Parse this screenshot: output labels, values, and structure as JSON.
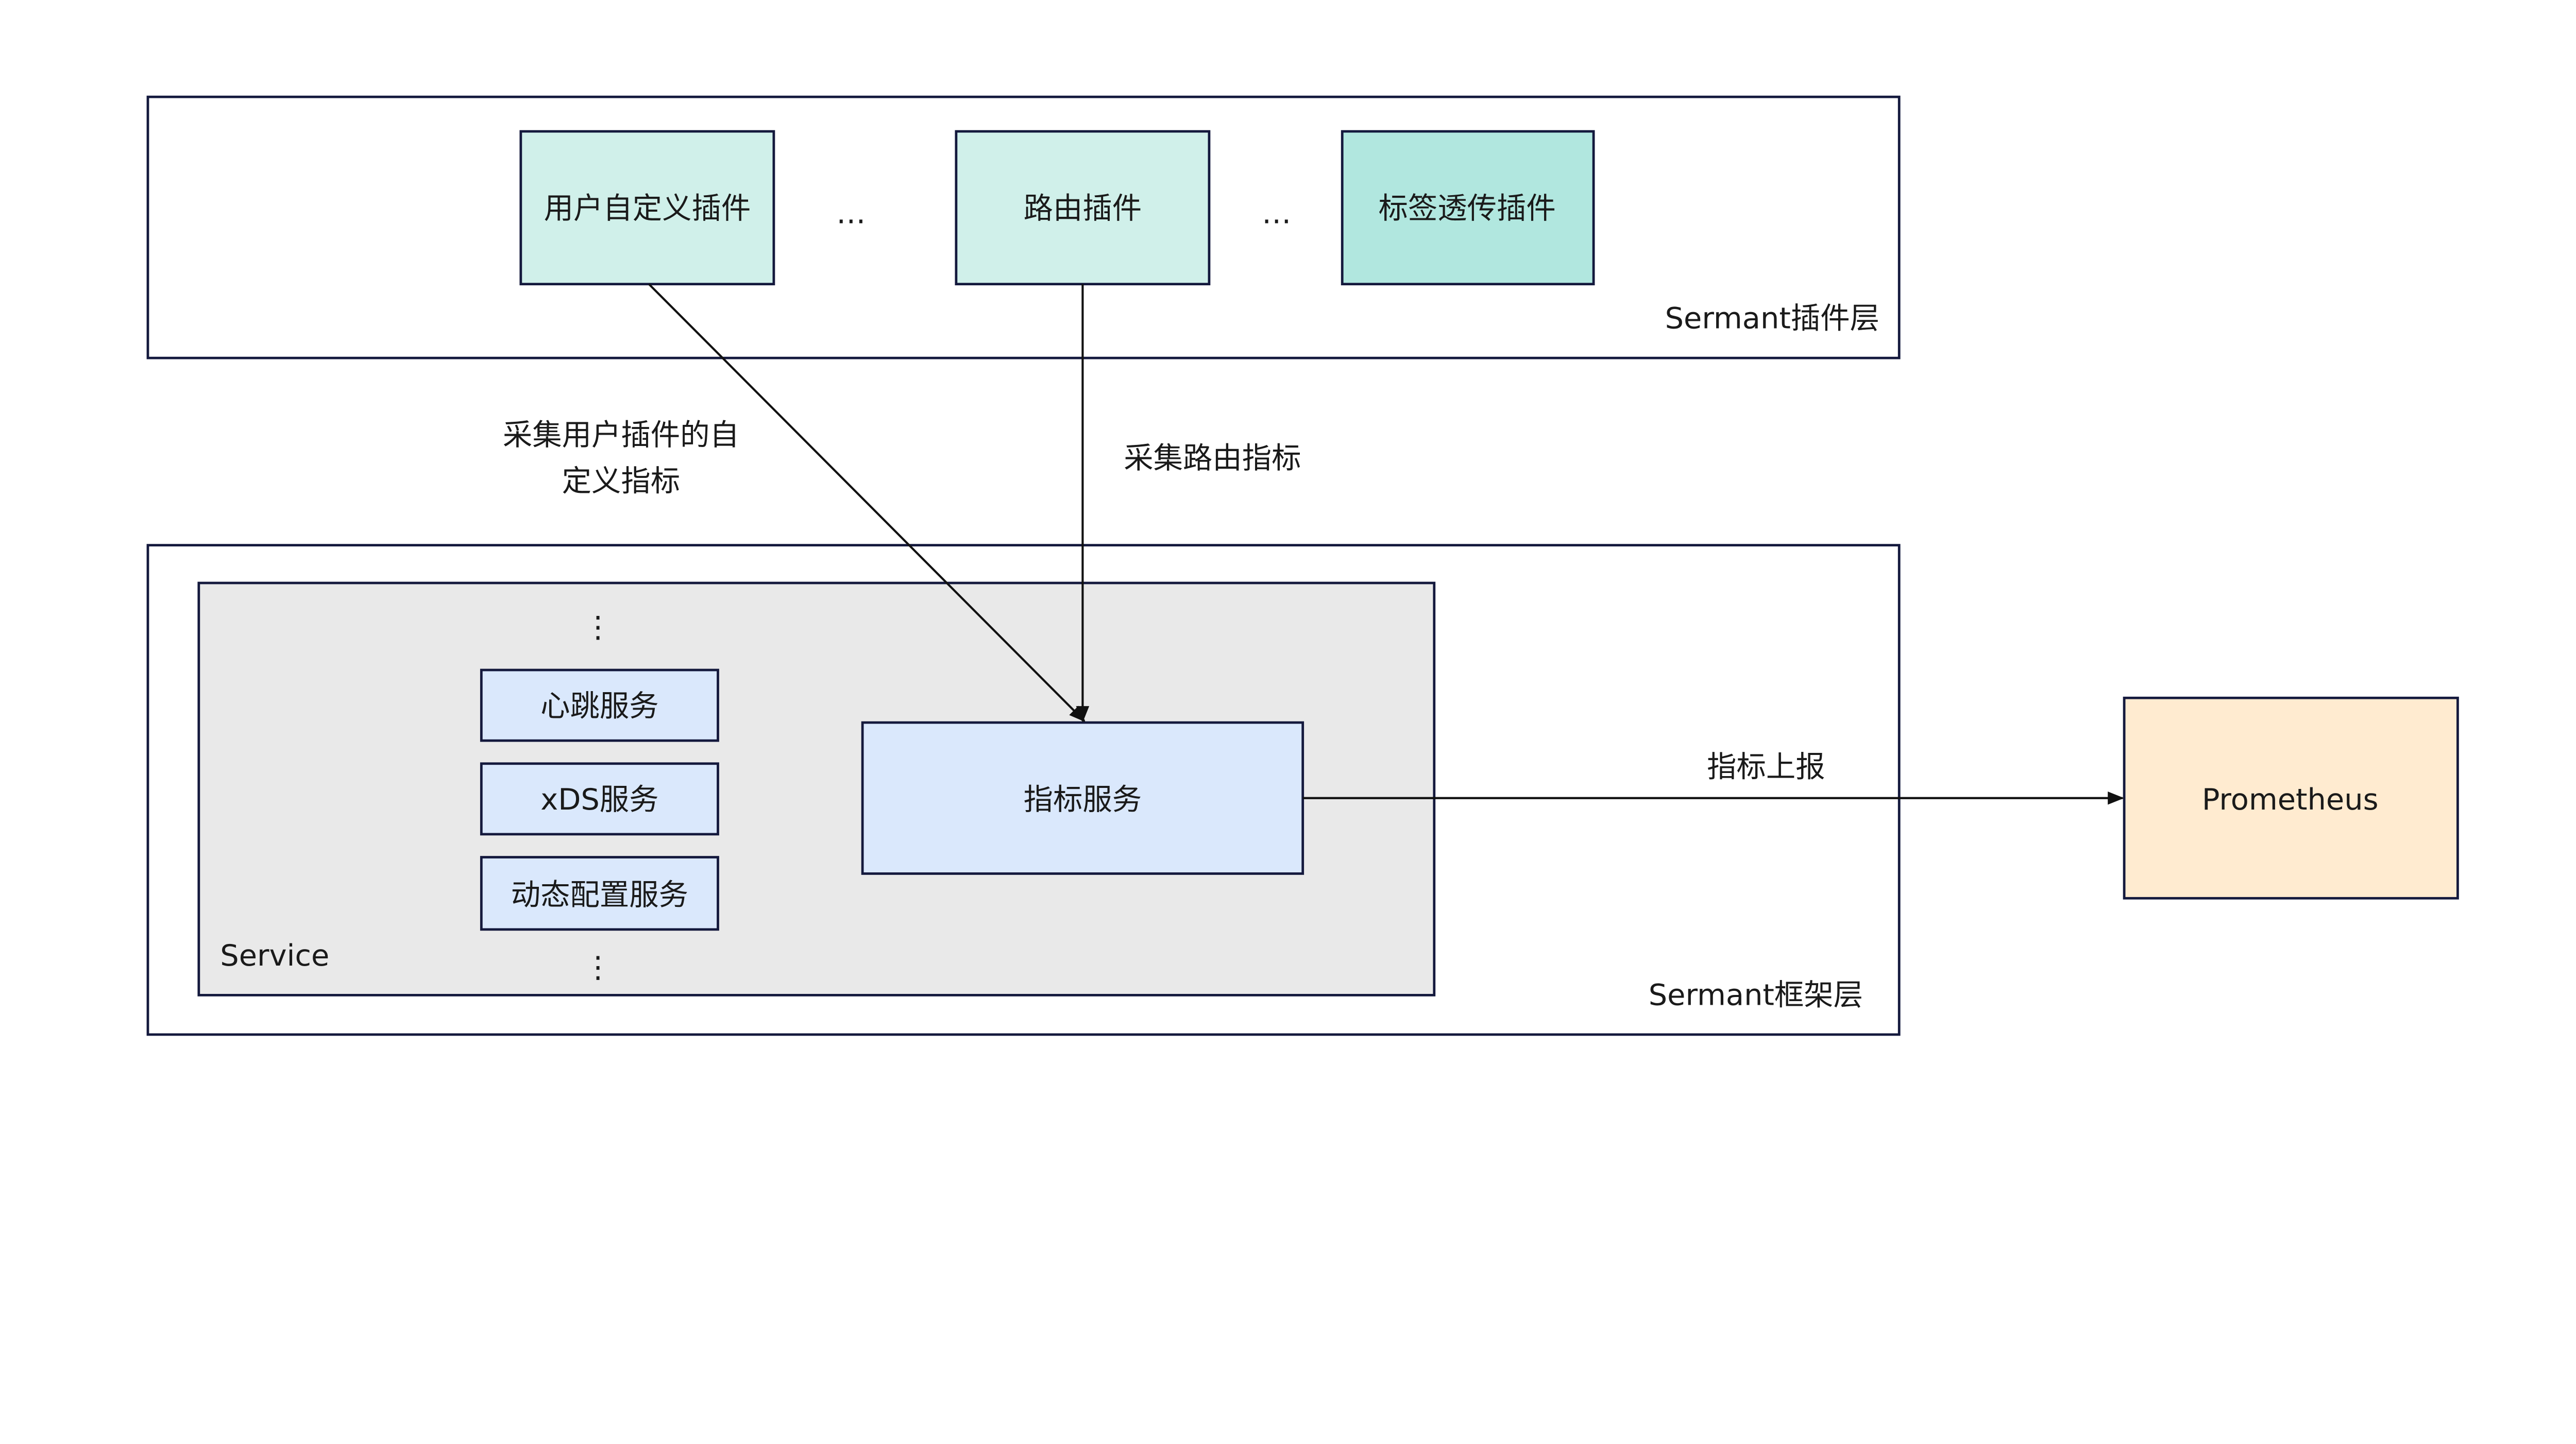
{
  "plugin_layer": {
    "label": "Sermant插件层",
    "plugins": [
      {
        "label": "用户自定义插件",
        "color": "#d0f0ea"
      },
      {
        "label": "路由插件",
        "color": "#d0f0ea"
      },
      {
        "label": "标签透传插件",
        "color": "#b1e7df"
      }
    ],
    "ellipsis": "…"
  },
  "framework_layer": {
    "label": "Sermant框架层",
    "service": {
      "label": "Service",
      "color": "#e9e9e9",
      "items": [
        "心跳服务",
        "xDS服务",
        "动态配置服务"
      ],
      "vertical_ellipsis": "⋮",
      "item_color": "#dae8fc"
    },
    "metrics_service": "指标服务"
  },
  "edges": {
    "custom_metrics_line1": "采集用户插件的自",
    "custom_metrics_line2": "定义指标",
    "route_metrics": "采集路由指标",
    "report": "指标上报"
  },
  "prometheus": {
    "label": "Prometheus",
    "color": "#ffebd0"
  },
  "border_color": "#14193d"
}
